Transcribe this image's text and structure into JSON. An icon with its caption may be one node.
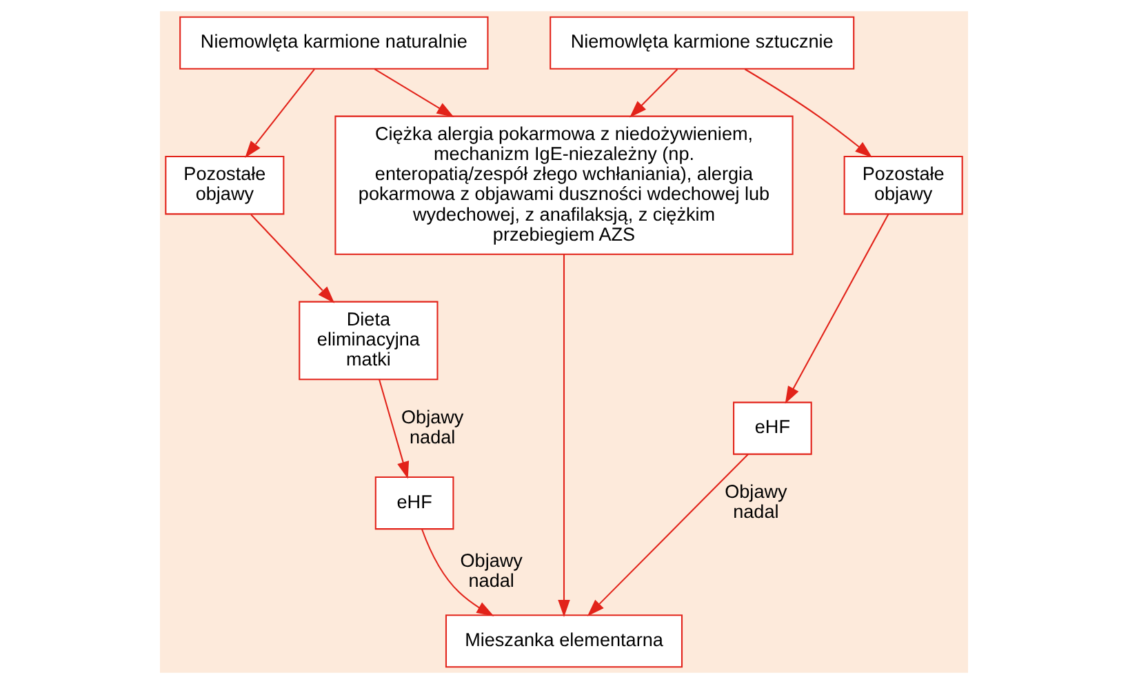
{
  "diagram": {
    "nodes": [
      {
        "text": [
          "Niemowlęta karmione naturalnie"
        ]
      },
      {
        "text": [
          "Niemowlęta karmione sztucznie"
        ]
      },
      {
        "text": [
          "Pozostałe objawy"
        ]
      },
      {
        "text": [
          "Ciężka alergia pokarmowa z niedożywieniem, mechanizm IgE-niezależny (np. enteropatią/zespół złego wchłaniania), alergia pokarmowa z objawami duszności wdechowej lub wydechowej, z anafilaksją, z ciężkim przebiegiem AZS"
        ]
      },
      {
        "text": [
          "Pozostałe objawy"
        ]
      },
      {
        "text": [
          "Dieta eliminacyjna matki"
        ]
      },
      {
        "text": [
          "eHF"
        ]
      },
      {
        "text": [
          "eHF"
        ]
      },
      {
        "text": [
          "Mieszanka elementarna"
        ]
      }
    ],
    "edges": [
      {
        "from": 0,
        "to": 2,
        "arrow": "to"
      },
      {
        "from": 0,
        "to": 3,
        "arrow": "to"
      },
      {
        "from": 1,
        "to": 3,
        "arrow": "to"
      },
      {
        "from": 1,
        "to": 4,
        "arrow": "to"
      },
      {
        "from": 2,
        "to": 5,
        "arrow": "to"
      },
      {
        "from": 5,
        "to": 7,
        "arrow": "to",
        "label": "Objawy nadal"
      },
      {
        "from": 4,
        "to": 6,
        "arrow": "to"
      },
      {
        "from": 6,
        "to": 8,
        "arrow": "to",
        "label": "Objawy nadal"
      },
      {
        "from": 3,
        "to": 8,
        "arrow": "to"
      },
      {
        "from": 7,
        "to": 8,
        "arrow": "to",
        "label": "Objawy nadal"
      }
    ]
  }
}
